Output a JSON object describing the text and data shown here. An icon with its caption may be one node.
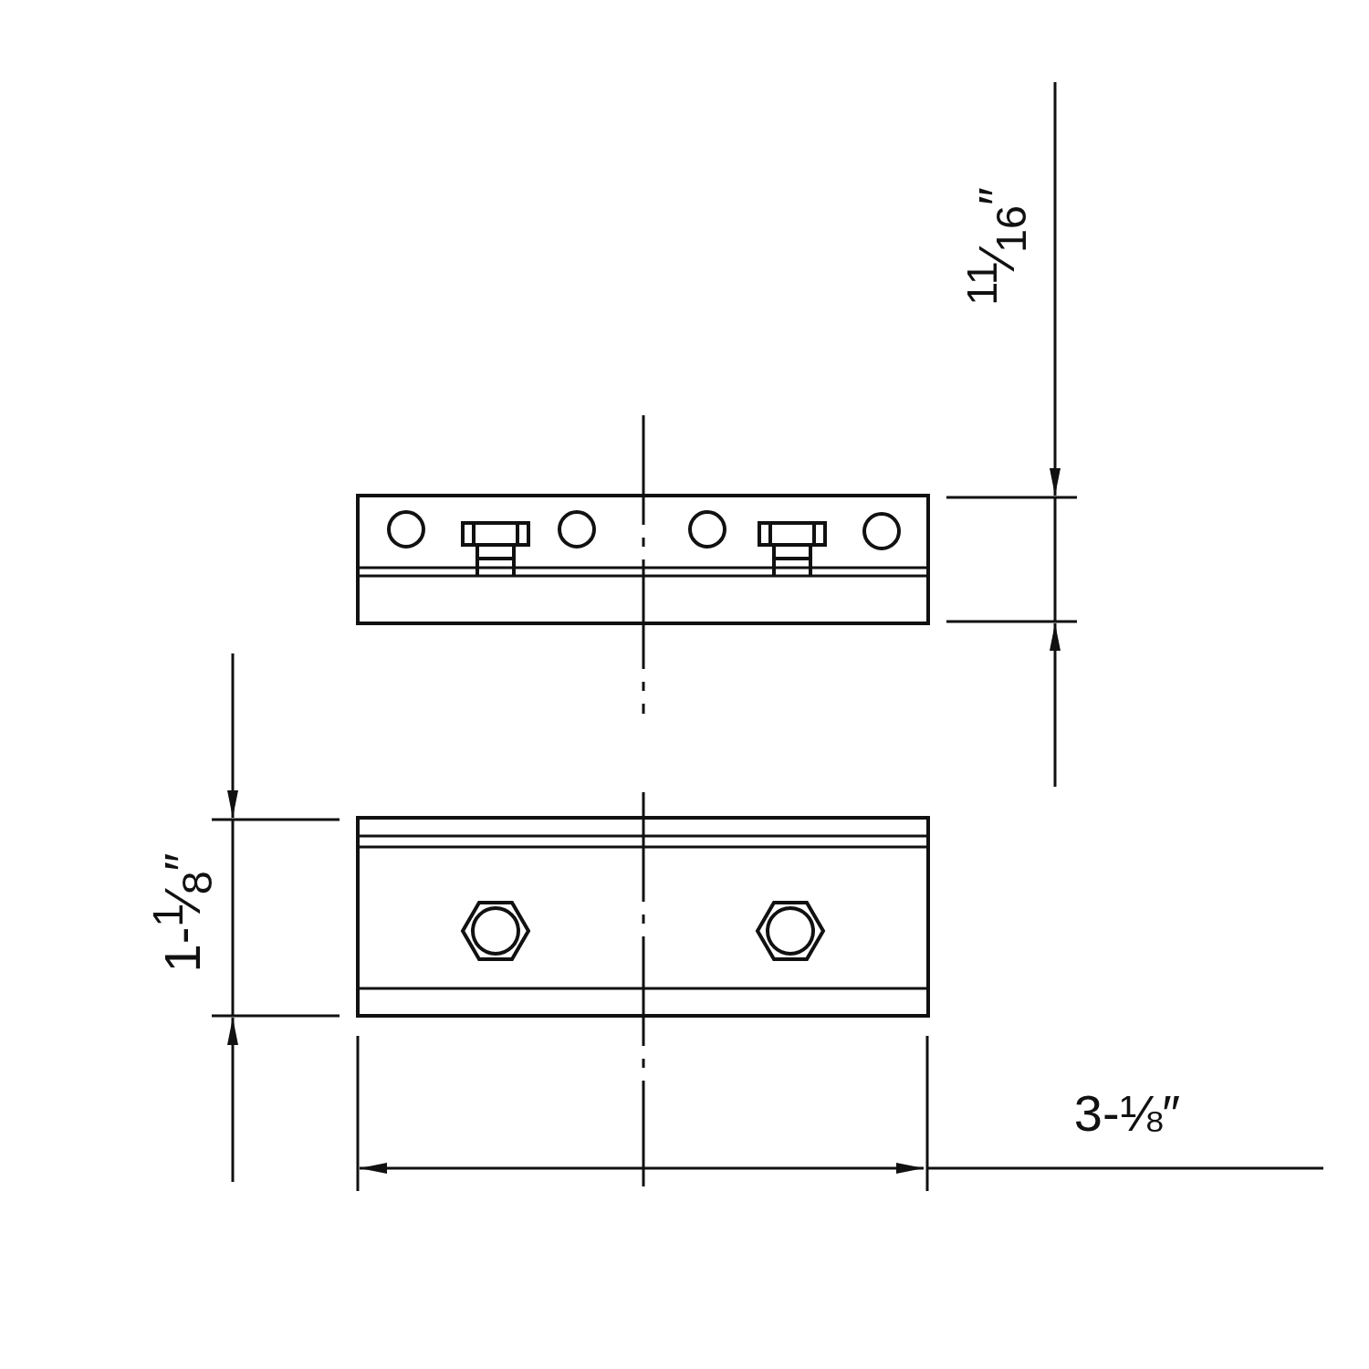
{
  "diagram": {
    "labels": [
      "$^{11}$⁄$_{16}$″",
      "1-$^{1}$⁄$_{8}$″",
      "3-⅛″"
    ]
  }
}
